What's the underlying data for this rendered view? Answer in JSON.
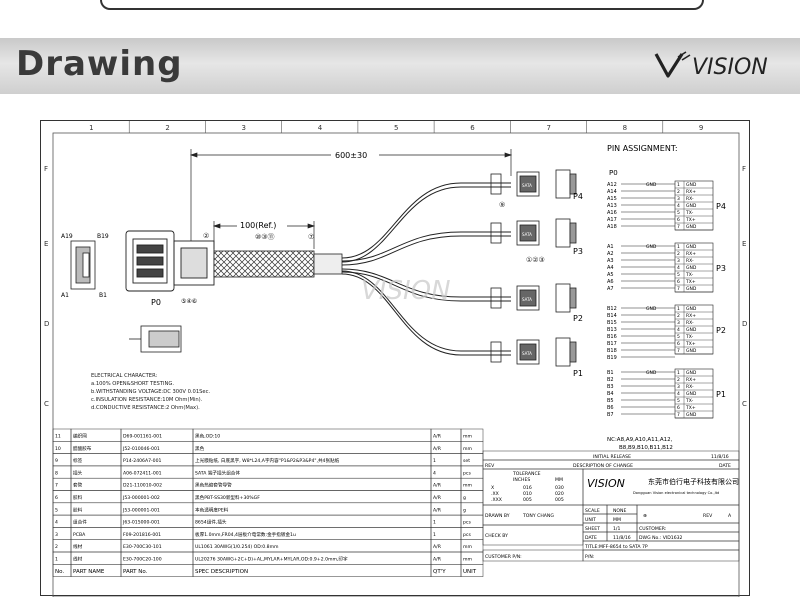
{
  "page": {
    "title": "Drawing",
    "brand": "VISION"
  },
  "grid": {
    "columns": [
      "1",
      "2",
      "3",
      "4",
      "5",
      "6",
      "7",
      "8",
      "9"
    ],
    "rows": [
      "F",
      "E",
      "D",
      "C"
    ]
  },
  "dims": {
    "length": "600±30",
    "ref": "100(Ref.)"
  },
  "callouts": {
    "c1": "①",
    "c2": "②",
    "c3": "③",
    "c4": "④",
    "c5": "⑤",
    "c6": "⑥",
    "c7": "⑦",
    "c8": "⑧",
    "c9": "⑨",
    "c10": "⑩",
    "c11": "⑪",
    "p0_group": "⑤④⑥",
    "mid_group": "⑩③⑪",
    "p3_group": "①②③"
  },
  "labels": {
    "p0": "P0",
    "p1": "P1",
    "p2": "P2",
    "p3": "P3",
    "p4": "P4",
    "a19": "A19",
    "b19": "B19",
    "a1": "A1",
    "b1": "B1",
    "sata": "SATA"
  },
  "electrical": {
    "heading": "ELECTRICAL CHARACTER:",
    "lines": [
      "a.100% OPEN&SHORT TESTING.",
      "b.WITHSTANDING VOLTAGE:DC 300V 0.01Sec.",
      "c.INSULATION RESISTANCE:10M Ohm(Min).",
      "d.CONDUCTIVE RESISTANCE:2 Ohm(Max)."
    ]
  },
  "pin": {
    "heading": "PIN ASSIGNMENT:",
    "p0": "P0",
    "gnd": "GND",
    "groups": [
      {
        "name": "P4",
        "left": [
          "A12",
          "A14",
          "A15",
          "A13",
          "A16",
          "A17",
          "A18"
        ]
      },
      {
        "name": "P3",
        "left": [
          "A1",
          "A2",
          "A3",
          "A4",
          "A5",
          "A6",
          "A7"
        ]
      },
      {
        "name": "P2",
        "left": [
          "B12",
          "B14",
          "B15",
          "B13",
          "B16",
          "B17",
          "B18",
          "B19"
        ]
      },
      {
        "name": "P1",
        "left": [
          "B1",
          "B2",
          "B3",
          "B4",
          "B5",
          "B6",
          "B7"
        ]
      }
    ],
    "right": [
      "GND",
      "RX+",
      "RX-",
      "GND",
      "TX-",
      "TX+",
      "GND"
    ],
    "numbers": [
      "1",
      "2",
      "3",
      "4",
      "5",
      "6",
      "7"
    ],
    "note1": "NC:A8,A9,A10,A11,A12,",
    "note2": "B8,B9,B10,B11,B12"
  },
  "bom": {
    "rows": [
      {
        "no": "11",
        "name": "编织网",
        "part": "D69-001161-001",
        "spec": "黑色,OD:10",
        "qty": "A/R",
        "unit": "mm"
      },
      {
        "no": "10",
        "name": "醋酸胶布",
        "part": "J52-010046-001",
        "spec": "黑色",
        "qty": "A/R",
        "unit": "mm"
      },
      {
        "no": "9",
        "name": "标签",
        "part": "P14-2406A7-001",
        "spec": "上光膜贴纸, 白底黑字, W8*L24,A字内容\"P1&P2&P3&P4\",共4张贴纸",
        "qty": "1",
        "unit": "set"
      },
      {
        "no": "8",
        "name": "插头",
        "part": "A06-072411-001",
        "spec": "SATA 端子插头组合体",
        "qty": "4",
        "unit": "pcs"
      },
      {
        "no": "7",
        "name": "套管",
        "part": "D21-110010-002",
        "spec": "黑色热缩套管导管",
        "qty": "A/R",
        "unit": "mm"
      },
      {
        "no": "6",
        "name": "胶料",
        "part": "J53-000001-002",
        "spec": "黑色PBT-SS30新型料+30%GF",
        "qty": "A/R",
        "unit": "g"
      },
      {
        "no": "5",
        "name": "胶料",
        "part": "J53-000001-001",
        "spec": "本色透明度PE料",
        "qty": "A/R",
        "unit": "g"
      },
      {
        "no": "4",
        "name": "组合件",
        "part": "J63-015000-001",
        "spec": "8654组件,插头",
        "qty": "1",
        "unit": "pcs"
      },
      {
        "no": "3",
        "name": "PCBA",
        "part": "F09-201816-001",
        "spec": "板厚1.0mm,FR04,4层板介电常数:金手指镀金1u",
        "qty": "1",
        "unit": "pcs"
      },
      {
        "no": "2",
        "name": "线材",
        "part": "E30-700C30-101",
        "spec": "UL1061 30AWG(1/0.254) OD:0.8mm",
        "qty": "A/R",
        "unit": "mm"
      },
      {
        "no": "1",
        "name": "线材",
        "part": "E30-700C20-100",
        "spec": "UL20276 30AWG+2C+D)+AL,MYLAR+MYLAR,OD:0.9+2.0mm,印字",
        "qty": "A/R",
        "unit": "mm"
      }
    ],
    "header": {
      "no": "No.",
      "name": "PART NAME",
      "part": "PART No.",
      "spec": "SPEC DESCRIPTION",
      "qty": "QT'Y",
      "unit": "UNIT"
    }
  },
  "titleblock": {
    "initial_release": "INITIAL RELEASE",
    "release_date": "11/8/16",
    "rev": "REV",
    "desc_change": "DESCRIPTION OF CHANGE",
    "date": "DATE",
    "tolerance": "TOLERANCE",
    "inches": "INCHES",
    "mm": "MM",
    "tol_rows": [
      [
        "X",
        "016",
        "030"
      ],
      [
        ".XX",
        "010",
        "020"
      ],
      [
        ".XXX",
        "005",
        "005"
      ]
    ],
    "drawn_by": "DRAWN BY",
    "drawn_name": "TONY CHANG",
    "check_by": "CHECK BY",
    "company_cn": "东莞市伯行电子科技有限公司",
    "company_en": "Dongguan Vision electronical technology Co.,ltd",
    "scale": "SCALE",
    "scale_val": "NONE",
    "unit": "UNIT",
    "unit_val": "MM",
    "sheet": "SHEET",
    "sheet_val": "1/1",
    "tb_date": "DATE",
    "tb_date_val": "11/8/16",
    "rev_label": "REV",
    "rev_val": "A",
    "customer": "CUSTOMER:",
    "dwg_no": "DWG No.: VID1632",
    "title": "TITLE:MFF-8654 to SATA 7P",
    "customer_pn": "CUSTOMER P/N:",
    "pn": "P/N:"
  }
}
